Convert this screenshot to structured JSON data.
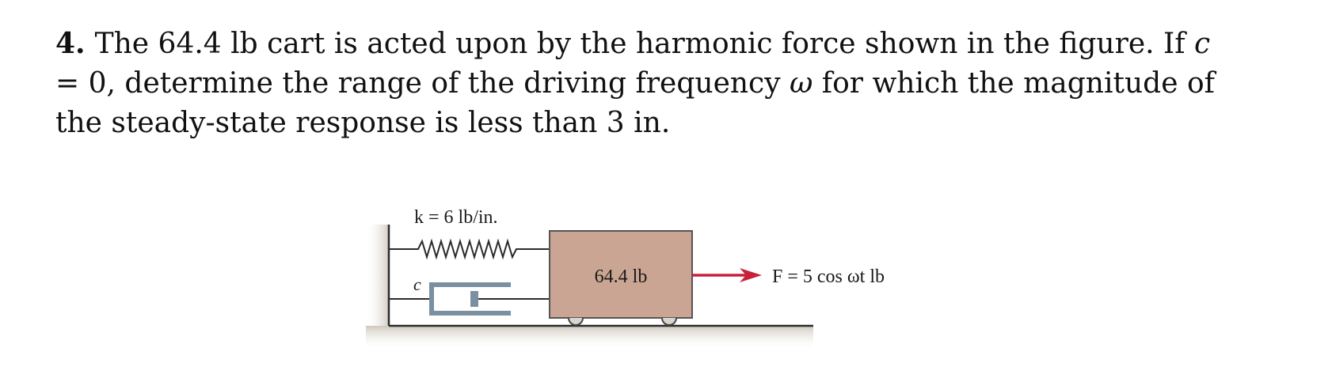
{
  "problem": {
    "number": "4.",
    "text_before_c": "The 64.4 lb cart is acted upon by the harmonic force shown in the figure.  If ",
    "c_var": "c",
    "text_after_c": " = 0, determine the range of the driving frequency ",
    "omega_var": "ω",
    "text_end": " for which the magnitude of the steady-state response is less than 3 in."
  },
  "figure": {
    "spring_label": "k = 6 lb/in.",
    "damper_label": "c",
    "cart_label": "64.4 lb",
    "force_label": "F = 5 cos ωt lb"
  },
  "colors": {
    "cart_fill": "#caa593",
    "cart_stroke": "#555555",
    "force_arrow": "#c8213a",
    "damper": "#7a8fa0",
    "ground_shadow": "#d9d4cc"
  }
}
